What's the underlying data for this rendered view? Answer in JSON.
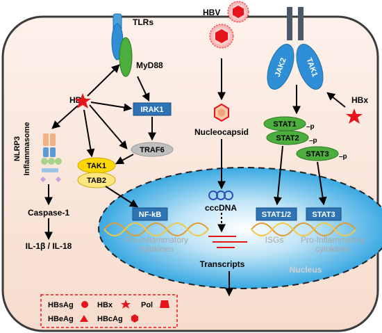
{
  "receptors": {
    "tlrs": "TLRs",
    "myd88": "MyD88",
    "jak2": "JAK2",
    "tak1_receptor": "TAK1"
  },
  "virus": {
    "hbv": "HBV",
    "hbx_left": "HBx",
    "hbx_right": "HBx"
  },
  "nodes": {
    "irak1": "IRAK1",
    "traf6": "TRAF6",
    "tak1": "TAK1",
    "tab2": "TAB2",
    "nlrp3": "NLRP3",
    "inflammasome": "Inflammasome",
    "caspase1": "Caspase-1",
    "il": "IL-1β / IL-18",
    "nucleocapsid": "Nucleocapsid",
    "stat1": "STAT1",
    "stat2": "STAT2",
    "stat3": "STAT3",
    "phos": "–p"
  },
  "nucleus": {
    "label": "Nucleus",
    "nfkb": "NF-kB",
    "proinf_left_1": "Pro-Inflammatory",
    "proinf_left_2": "cytokines",
    "cccdna": "cccDNA",
    "transcripts": "Transcripts",
    "stat12": "STAT1/2",
    "stat3_box": "STAT3",
    "isgs": "ISGs",
    "proinf_right_1": "Pro-Inflammatory",
    "proinf_right_2": "cytokines"
  },
  "legend": {
    "hbsag": "HBsAg",
    "hbx": "HBx",
    "pol": "Pol",
    "hbeag": "HBeAg",
    "hbcag": "HBcAg"
  },
  "colors": {
    "red": "#e8141c",
    "blue": "#2e74b5",
    "green": "#4cae3c",
    "yellow": "#ffd700",
    "grey": "#bfbfbf",
    "cell_fill": "#fbe9e0",
    "nucleus_fill": "#6cc0ec"
  }
}
